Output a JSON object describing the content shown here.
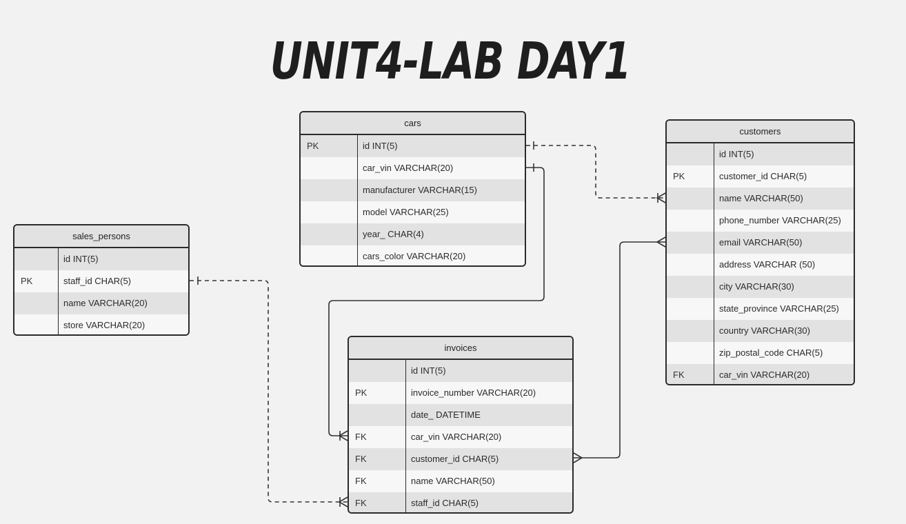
{
  "title": "Unit4-Lab Day1",
  "tables": {
    "cars": {
      "name": "cars",
      "rows": [
        {
          "key": "PK",
          "field": "id INT(5)"
        },
        {
          "key": "",
          "field": "car_vin VARCHAR(20)"
        },
        {
          "key": "",
          "field": "manufacturer VARCHAR(15)"
        },
        {
          "key": "",
          "field": "model VARCHAR(25)"
        },
        {
          "key": "",
          "field": "year_ CHAR(4)"
        },
        {
          "key": "",
          "field": "cars_color VARCHAR(20)"
        }
      ]
    },
    "customers": {
      "name": "customers",
      "rows": [
        {
          "key": "",
          "field": "id INT(5)"
        },
        {
          "key": "PK",
          "field": "customer_id CHAR(5)"
        },
        {
          "key": "",
          "field": "name VARCHAR(50)"
        },
        {
          "key": "",
          "field": "phone_number VARCHAR(25)"
        },
        {
          "key": "",
          "field": "email VARCHAR(50)"
        },
        {
          "key": "",
          "field": "address VARCHAR (50)"
        },
        {
          "key": "",
          "field": "city VARCHAR(30)"
        },
        {
          "key": "",
          "field": "state_province VARCHAR(25)"
        },
        {
          "key": "",
          "field": "country VARCHAR(30)"
        },
        {
          "key": "",
          "field": "zip_postal_code CHAR(5)"
        },
        {
          "key": "FK",
          "field": "car_vin VARCHAR(20)"
        }
      ]
    },
    "sales_persons": {
      "name": "sales_persons",
      "rows": [
        {
          "key": "",
          "field": "id INT(5)"
        },
        {
          "key": "PK",
          "field": "staff_id CHAR(5)"
        },
        {
          "key": "",
          "field": "name VARCHAR(20)"
        },
        {
          "key": "",
          "field": "store VARCHAR(20)"
        }
      ]
    },
    "invoices": {
      "name": "invoices",
      "rows": [
        {
          "key": "",
          "field": "id INT(5)"
        },
        {
          "key": "PK",
          "field": "invoice_number VARCHAR(20)"
        },
        {
          "key": "",
          "field": "date_ DATETIME"
        },
        {
          "key": "FK",
          "field": "car_vin VARCHAR(20)"
        },
        {
          "key": "FK",
          "field": "customer_id CHAR(5)"
        },
        {
          "key": "FK",
          "field": "name VARCHAR(50)"
        },
        {
          "key": "FK",
          "field": "staff_id CHAR(5)"
        }
      ]
    }
  },
  "relationships": [
    {
      "from": "cars.id",
      "to": "customers.name",
      "style": "dashed",
      "from_end": "one",
      "to_end": "one-or-many"
    },
    {
      "from": "cars.car_vin",
      "to": "invoices.car_vin",
      "style": "solid",
      "from_end": "one",
      "to_end": "one-or-many"
    },
    {
      "from": "customers.email",
      "to": "invoices.customer_id",
      "style": "solid",
      "from_end": "many",
      "to_end": "many"
    },
    {
      "from": "sales_persons.staff_id",
      "to": "invoices.staff_id",
      "style": "dashed",
      "from_end": "one",
      "to_end": "one-or-many"
    }
  ]
}
